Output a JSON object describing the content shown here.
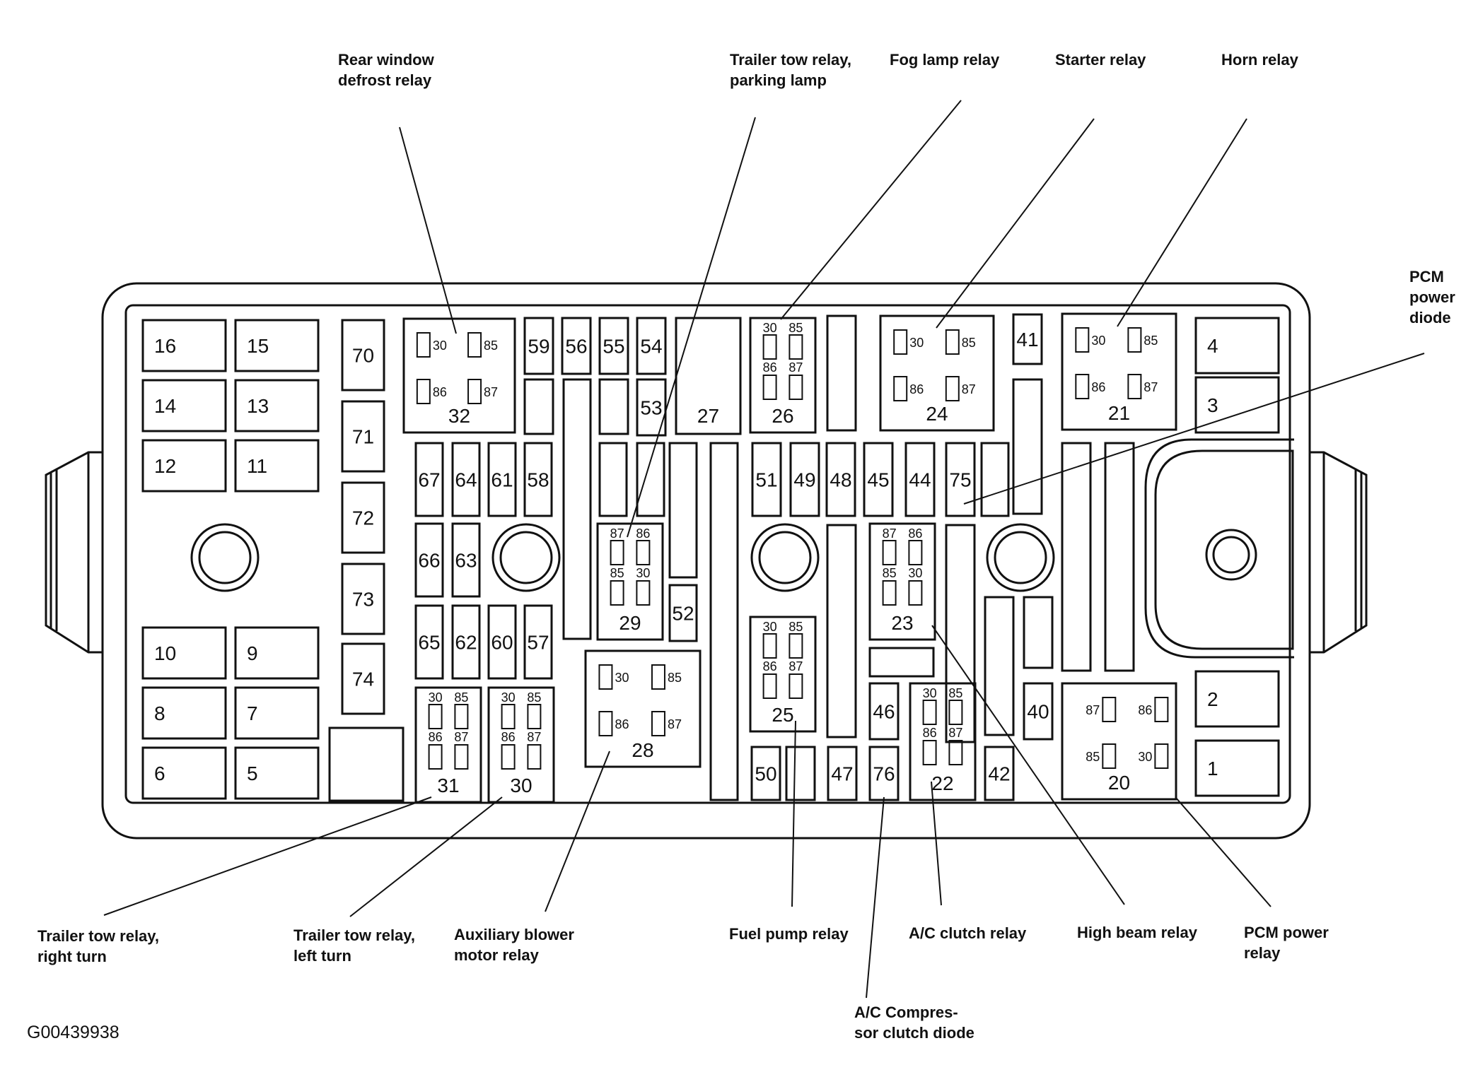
{
  "callouts": [
    "Rear window\ndefrost relay",
    "Trailer tow relay,\nparking lamp",
    "Fog lamp relay",
    "Starter relay",
    "Horn relay",
    "PCM\npower\ndiode",
    "Trailer tow relay,\nright turn",
    "Trailer tow relay,\nleft turn",
    "Auxiliary blower\nmotor relay",
    "Fuel pump relay",
    "A/C clutch relay",
    "High beam relay",
    "PCM power\nrelay",
    "A/C Compres-\nsor clutch diode"
  ],
  "image_code": "G00439938",
  "fuses": [
    "16",
    "15",
    "14",
    "13",
    "12",
    "11",
    "10",
    "9",
    "8",
    "7",
    "6",
    "5",
    "70",
    "71",
    "72",
    "73",
    "74",
    "59",
    "56",
    "55",
    "54",
    "53",
    "27",
    "41",
    "4",
    "3",
    "2",
    "1",
    "67",
    "64",
    "61",
    "58",
    "66",
    "63",
    "65",
    "62",
    "60",
    "57",
    "52",
    "51",
    "49",
    "48",
    "45",
    "44",
    "75",
    "46",
    "76",
    "50",
    "47",
    "40",
    "42"
  ],
  "relays": [
    "32",
    "26",
    "24",
    "21",
    "29",
    "23",
    "25",
    "28",
    "31",
    "30",
    "22",
    "20"
  ],
  "pin_labels": [
    "30",
    "85",
    "86",
    "87"
  ]
}
